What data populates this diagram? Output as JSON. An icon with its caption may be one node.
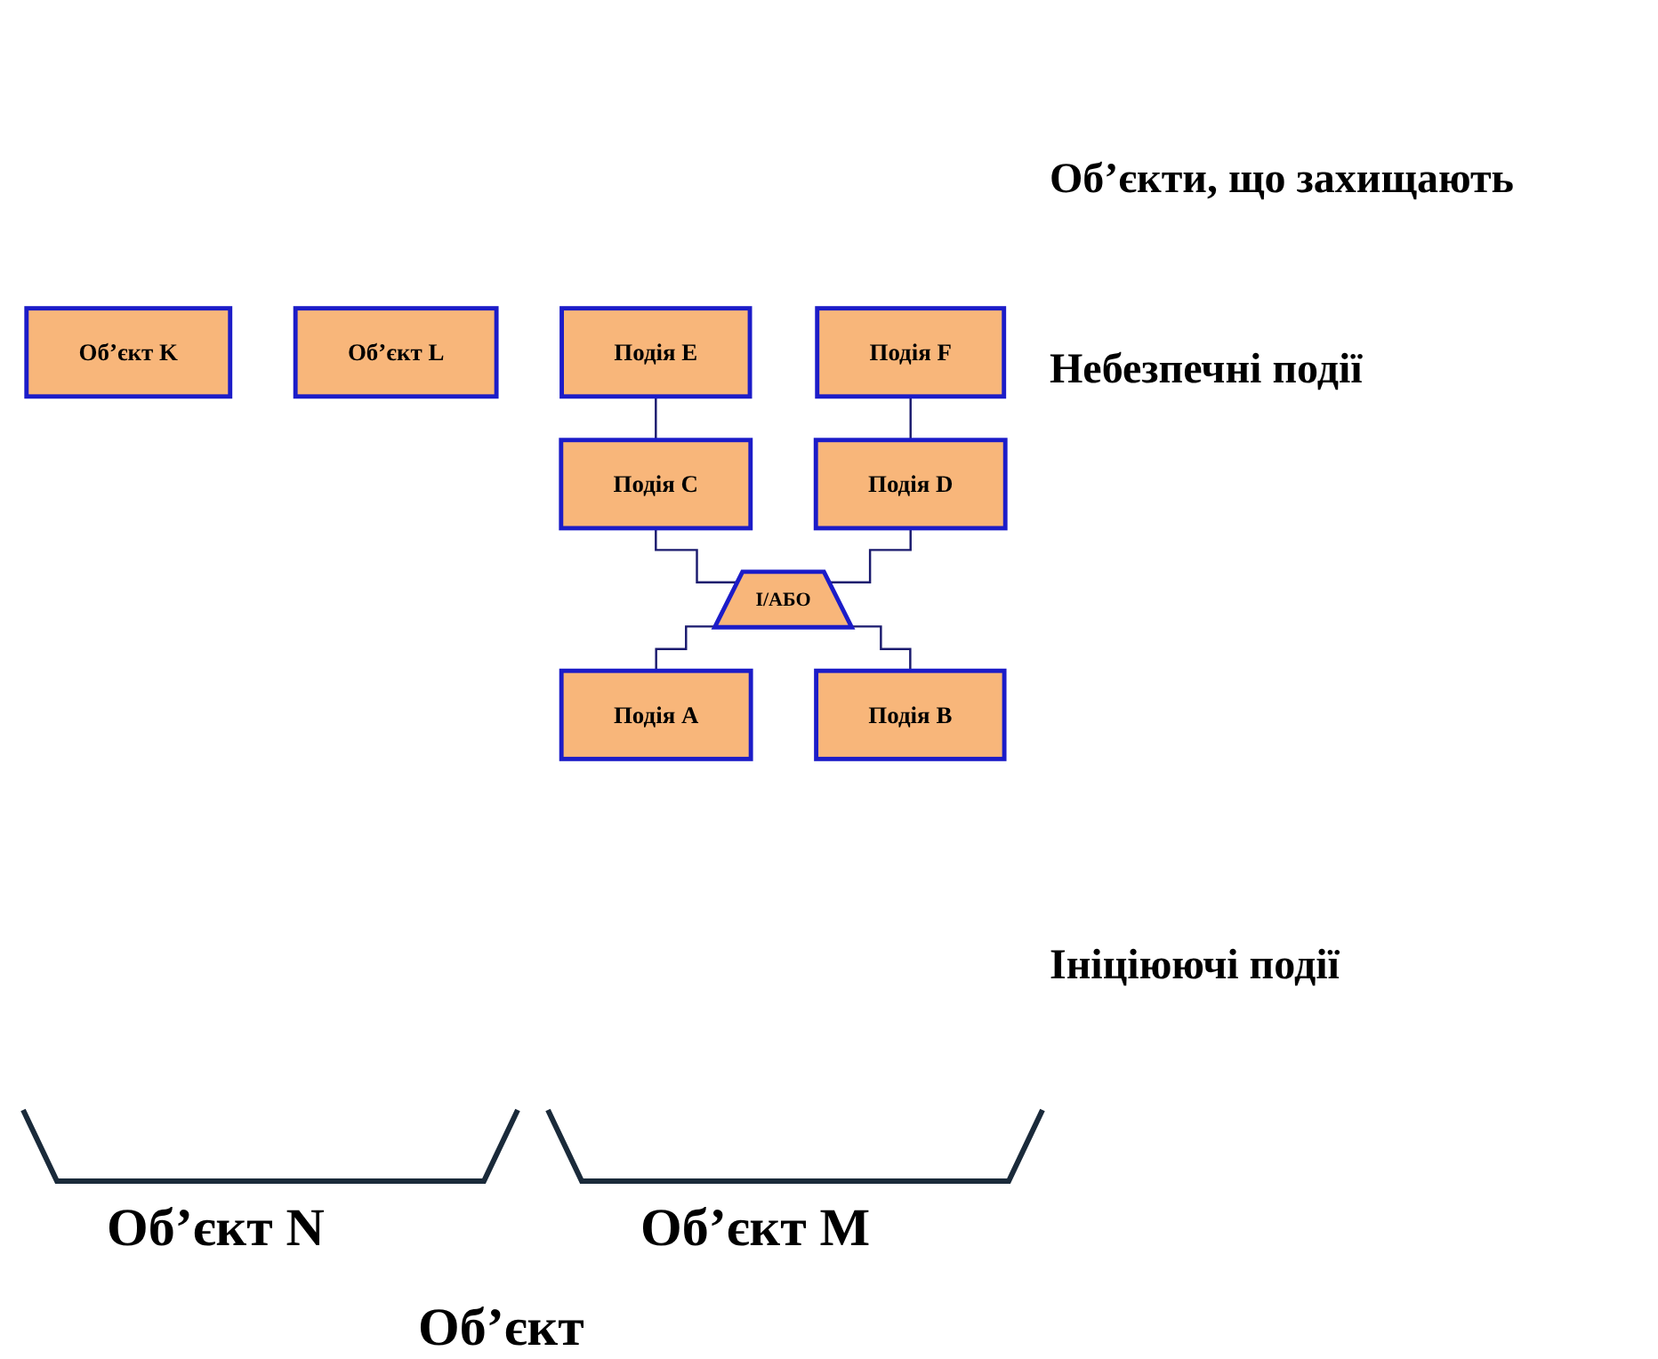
{
  "diagram": {
    "nodes": [
      {
        "text": [
          "Об’єкт K"
        ]
      },
      {
        "text": [
          "Об’єкт L"
        ]
      },
      {
        "text": [
          "Подія E"
        ]
      },
      {
        "text": [
          "Подія F"
        ]
      },
      {
        "text": [
          "Подія C"
        ]
      },
      {
        "text": [
          "Подія D"
        ]
      },
      {
        "text": [
          "І/АБО"
        ]
      },
      {
        "text": [
          "Подія A"
        ]
      },
      {
        "text": [
          "Подія B"
        ]
      }
    ],
    "edges": [
      {
        "from": 2,
        "to": 4,
        "arrow": "none"
      },
      {
        "from": 3,
        "to": 5,
        "arrow": "none"
      },
      {
        "from": 4,
        "to": 6,
        "arrow": "none"
      },
      {
        "from": 5,
        "to": 6,
        "arrow": "none"
      },
      {
        "from": 6,
        "to": 7,
        "arrow": "none"
      },
      {
        "from": 6,
        "to": 8,
        "arrow": "none"
      }
    ],
    "labels": [
      "Об’єкти, що захищають",
      "Небезпечні події",
      "Ініціюючі події",
      "Об’єкт N",
      "Об’єкт M",
      "Об’єкт"
    ]
  }
}
